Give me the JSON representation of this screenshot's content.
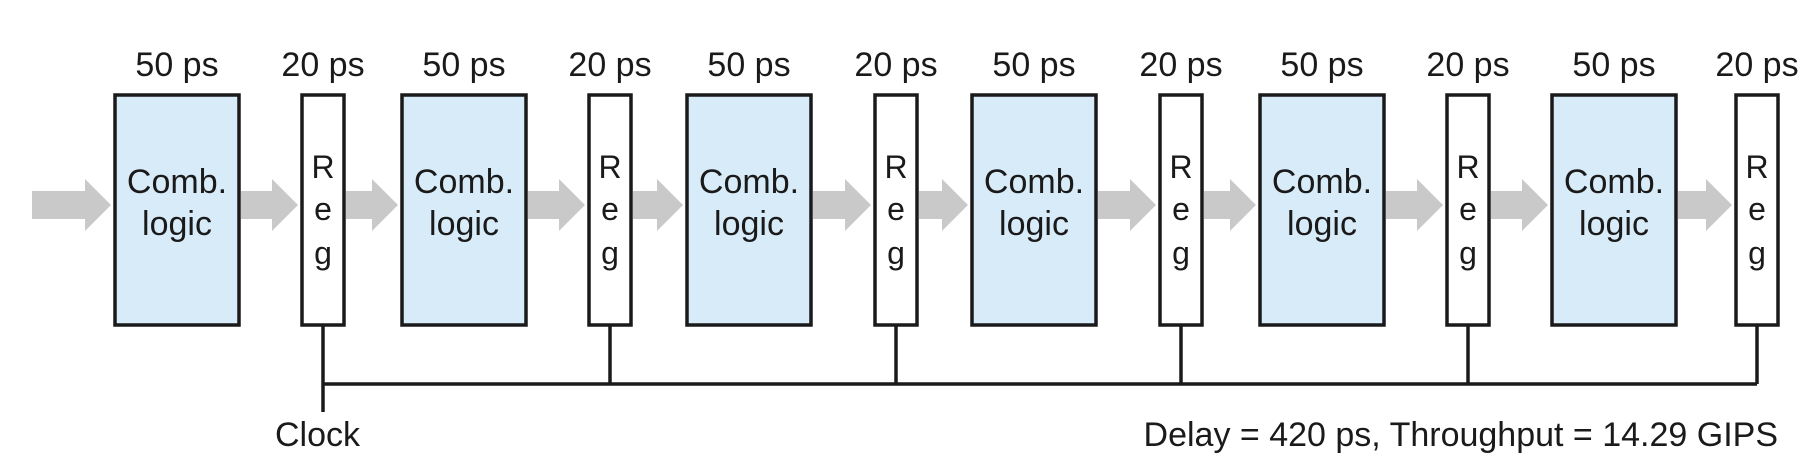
{
  "stages": [
    {
      "logic": {
        "delay": "50 ps",
        "lines": [
          "Comb.",
          "logic"
        ]
      },
      "reg": {
        "delay": "20 ps",
        "letters": [
          "R",
          "e",
          "g"
        ]
      }
    },
    {
      "logic": {
        "delay": "50 ps",
        "lines": [
          "Comb.",
          "logic"
        ]
      },
      "reg": {
        "delay": "20 ps",
        "letters": [
          "R",
          "e",
          "g"
        ]
      }
    },
    {
      "logic": {
        "delay": "50 ps",
        "lines": [
          "Comb.",
          "logic"
        ]
      },
      "reg": {
        "delay": "20 ps",
        "letters": [
          "R",
          "e",
          "g"
        ]
      }
    },
    {
      "logic": {
        "delay": "50 ps",
        "lines": [
          "Comb.",
          "logic"
        ]
      },
      "reg": {
        "delay": "20 ps",
        "letters": [
          "R",
          "e",
          "g"
        ]
      }
    },
    {
      "logic": {
        "delay": "50 ps",
        "lines": [
          "Comb.",
          "logic"
        ]
      },
      "reg": {
        "delay": "20 ps",
        "letters": [
          "R",
          "e",
          "g"
        ]
      }
    },
    {
      "logic": {
        "delay": "50 ps",
        "lines": [
          "Comb.",
          "logic"
        ]
      },
      "reg": {
        "delay": "20 ps",
        "letters": [
          "R",
          "e",
          "g"
        ]
      }
    }
  ],
  "clock_label": "Clock",
  "summary": "Delay = 420 ps, Throughput = 14.29 GIPS",
  "colors": {
    "logic_fill": "#d8ebf8",
    "reg_fill": "#ffffff",
    "stroke": "#1a1a1a",
    "arrow": "#c9c9c9"
  }
}
